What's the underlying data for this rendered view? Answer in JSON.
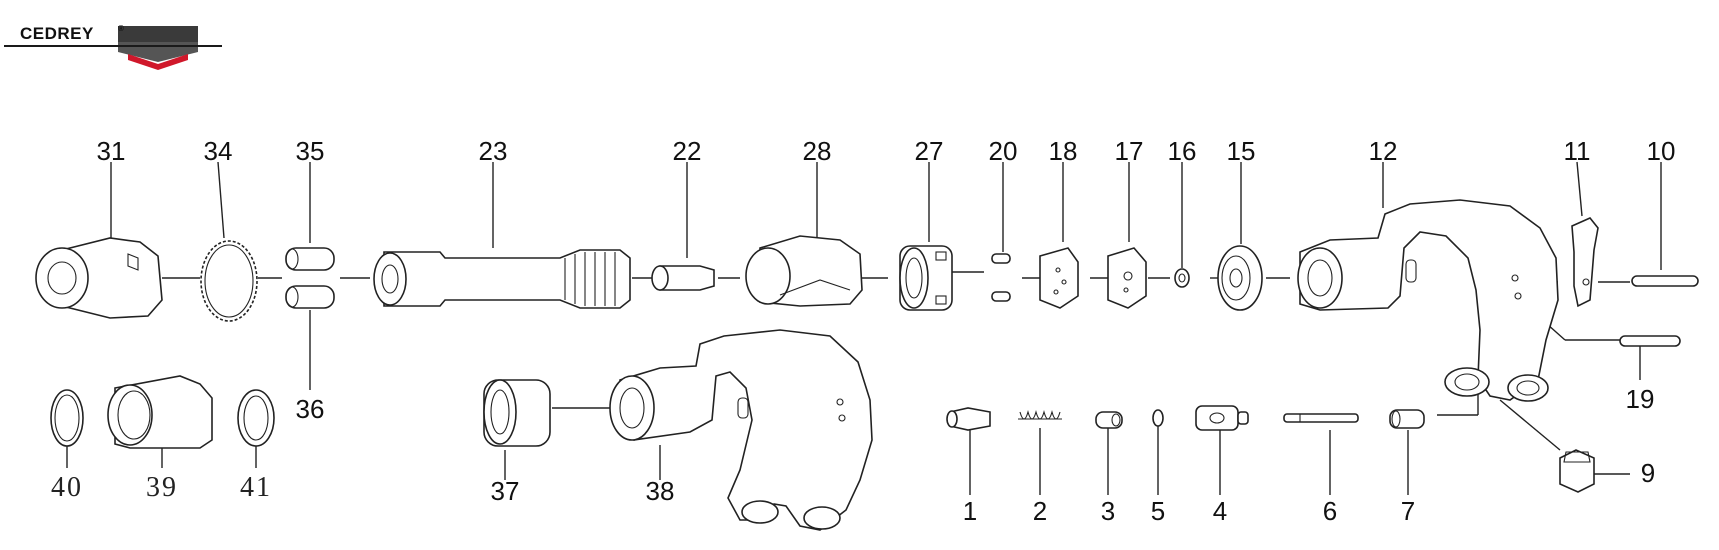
{
  "brand": {
    "name": "CEDREY",
    "registered_mark": "®",
    "colors": {
      "dark": "#3a3a3a",
      "red": "#d0182b",
      "line": "#1a1a1a"
    }
  },
  "parts": [
    {
      "id": "31",
      "label": "31"
    },
    {
      "id": "34",
      "label": "34"
    },
    {
      "id": "35",
      "label": "35"
    },
    {
      "id": "23",
      "label": "23"
    },
    {
      "id": "22",
      "label": "22"
    },
    {
      "id": "28",
      "label": "28"
    },
    {
      "id": "27",
      "label": "27"
    },
    {
      "id": "20",
      "label": "20"
    },
    {
      "id": "18",
      "label": "18"
    },
    {
      "id": "17",
      "label": "17"
    },
    {
      "id": "16",
      "label": "16"
    },
    {
      "id": "15",
      "label": "15"
    },
    {
      "id": "12",
      "label": "12"
    },
    {
      "id": "11",
      "label": "11"
    },
    {
      "id": "10",
      "label": "10"
    },
    {
      "id": "36",
      "label": "36"
    },
    {
      "id": "19",
      "label": "19"
    },
    {
      "id": "37",
      "label": "37"
    },
    {
      "id": "38",
      "label": "38"
    },
    {
      "id": "9",
      "label": "9"
    },
    {
      "id": "1",
      "label": "1"
    },
    {
      "id": "2",
      "label": "2"
    },
    {
      "id": "3",
      "label": "3"
    },
    {
      "id": "5",
      "label": "5"
    },
    {
      "id": "4",
      "label": "4"
    },
    {
      "id": "6",
      "label": "6"
    },
    {
      "id": "7",
      "label": "7"
    },
    {
      "id": "40",
      "label": "40"
    },
    {
      "id": "39",
      "label": "39"
    },
    {
      "id": "41",
      "label": "41"
    }
  ]
}
